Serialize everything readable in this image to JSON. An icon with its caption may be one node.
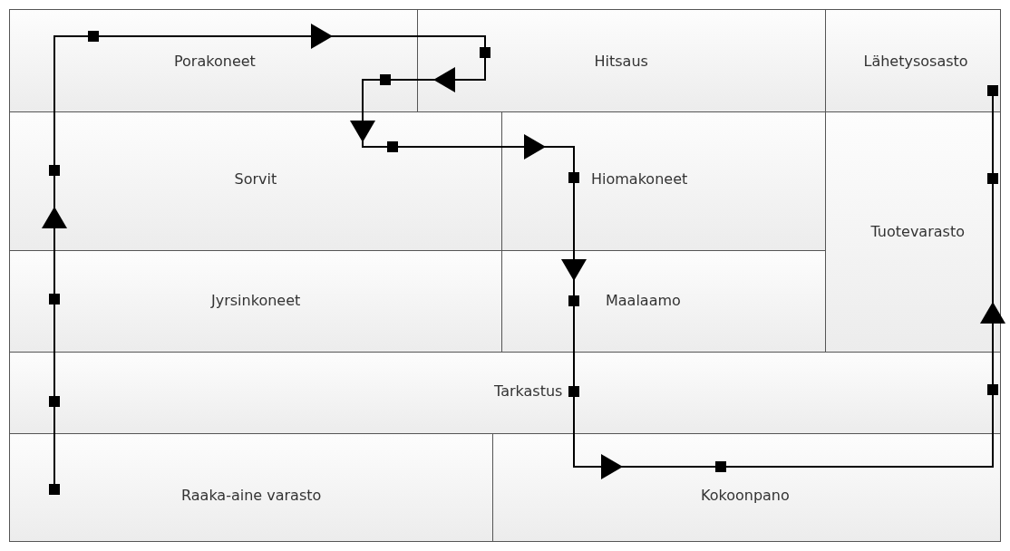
{
  "diagram": {
    "nodes": [
      {
        "text": [
          "Porakoneet"
        ]
      },
      {
        "text": [
          "Hitsaus"
        ]
      },
      {
        "text": [
          "Lähetysosasto"
        ]
      },
      {
        "text": [
          "Sorvit"
        ]
      },
      {
        "text": [
          "Hiomakoneet"
        ]
      },
      {
        "text": [
          "Tuotevarasto"
        ]
      },
      {
        "text": [
          "Jyrsinkoneet"
        ]
      },
      {
        "text": [
          "Maalaamo"
        ]
      },
      {
        "text": [
          "Tarkastus"
        ]
      },
      {
        "text": [
          "Raaka-aine varasto"
        ]
      },
      {
        "text": [
          "Kokoonpano"
        ]
      },
      {
        "text": [],
        "shape": "box",
        "in": 9
      },
      {
        "text": [],
        "shape": "box",
        "in": 8
      },
      {
        "text": [],
        "shape": "box",
        "in": 6
      },
      {
        "text": [],
        "shape": "box",
        "in": 3
      },
      {
        "text": [],
        "shape": "box",
        "in": 0
      },
      {
        "text": [],
        "shape": "box",
        "in": 1
      },
      {
        "text": [],
        "shape": "box",
        "in": 0
      },
      {
        "text": [],
        "shape": "box",
        "in": 3
      },
      {
        "text": [],
        "shape": "box",
        "in": 4
      },
      {
        "text": [],
        "shape": "box",
        "in": 7
      },
      {
        "text": [],
        "shape": "box",
        "in": 8
      },
      {
        "text": [],
        "shape": "box",
        "in": 10
      },
      {
        "text": [],
        "shape": "box",
        "in": 8
      },
      {
        "text": [],
        "shape": "box",
        "in": 5
      },
      {
        "text": [],
        "shape": "box",
        "in": 2
      }
    ],
    "edges": [
      {
        "from": 11,
        "to": 12,
        "arrow": "none"
      },
      {
        "from": 12,
        "to": 13,
        "arrow": "none"
      },
      {
        "from": 13,
        "to": 14,
        "arrow": "to"
      },
      {
        "from": 14,
        "to": 15,
        "arrow": "none"
      },
      {
        "from": 15,
        "to": 16,
        "arrow": "to"
      },
      {
        "from": 16,
        "to": 17,
        "arrow": "to"
      },
      {
        "from": 17,
        "to": 18,
        "arrow": "to"
      },
      {
        "from": 18,
        "to": 19,
        "arrow": "to"
      },
      {
        "from": 19,
        "to": 20,
        "arrow": "to"
      },
      {
        "from": 20,
        "to": 21,
        "arrow": "none"
      },
      {
        "from": 21,
        "to": 22,
        "arrow": "to"
      },
      {
        "from": 22,
        "to": 23,
        "arrow": "none"
      },
      {
        "from": 23,
        "to": 24,
        "arrow": "to"
      },
      {
        "from": 24,
        "to": 25,
        "arrow": "none"
      }
    ]
  }
}
